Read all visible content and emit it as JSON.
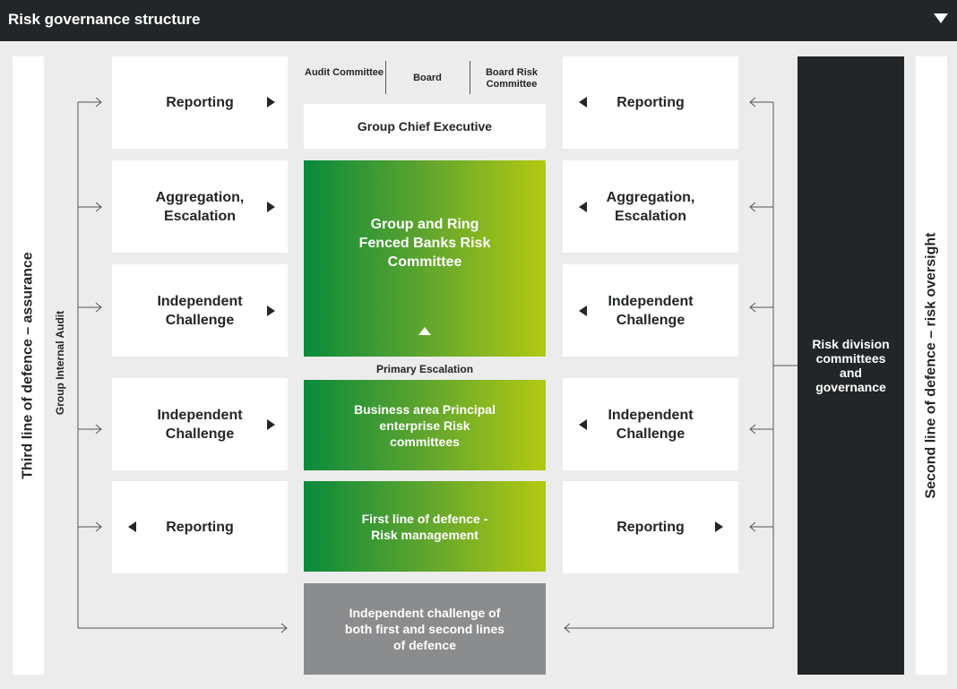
{
  "header": {
    "title": "Risk governance structure",
    "toggle_icon": "chevron-down-icon"
  },
  "left": {
    "third_line": "Third line of defence – assurance",
    "internal_audit": "Group Internal Audit",
    "boxes": [
      "Reporting",
      "Aggregation, Escalation",
      "Independent Challenge",
      "Independent Challenge",
      "Reporting"
    ]
  },
  "right": {
    "second_line": "Second line of defence – risk oversight",
    "risk_division": "Risk division committees and governance",
    "boxes": [
      "Reporting",
      "Aggregation, Escalation",
      "Independent Challenge",
      "Independent Challenge",
      "Reporting"
    ]
  },
  "center": {
    "audit_committee": "Audit Committee",
    "board": "Board",
    "board_risk_committee": "Board Risk Committee",
    "group_chief_executive": "Group Chief Executive",
    "ring_fenced": "Group and Ring Fenced Banks Risk Committee",
    "primary_escalation": "Primary Escalation",
    "business_area": "Business area Principal enterprise Risk committees",
    "first_line": "First line of defence - Risk management",
    "independent_challenge": "Independent challenge of both first and second lines of defence"
  },
  "colors": {
    "dark": "#232628",
    "green_start": "#0a8a3c",
    "green_end": "#b3c912",
    "gray": "#8a8c8e",
    "background": "#ececec"
  }
}
